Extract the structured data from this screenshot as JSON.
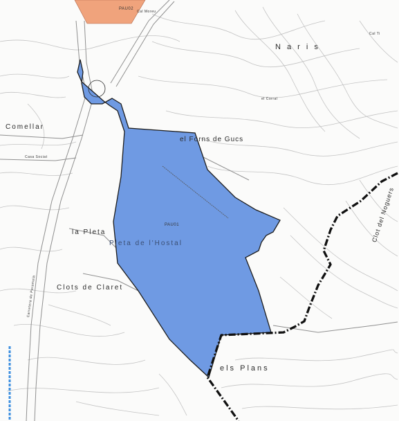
{
  "map": {
    "zones": {
      "main": {
        "code": "PAU01",
        "fill": "#6f9ae3",
        "stroke": "#1c1c1c"
      },
      "north": {
        "code": "PAU02",
        "fill": "#f0a37c"
      }
    },
    "toponyms": {
      "naris": "N a r i s",
      "comellar": "Comellar",
      "forns": "el Forns de Gucs",
      "pleta": "la Pleta",
      "pleta_sub": "Pleta de l'Hostal",
      "clots": "Clots de Claret",
      "plans": "els Plans",
      "clot_noguers": "Clot del Noguers"
    },
    "small_labels": {
      "cal_moreu": "Cal Moreu",
      "cal_coral": "el Corral",
      "cal_ti": "Cal Ti",
      "casa_sociat": "Casa Sociat",
      "road_label": "Carretera de Peramola"
    },
    "colors": {
      "contour": "#c3c3c3",
      "road": "#8f8f8f",
      "boundary": "#111111",
      "blue_line": "#3d8fe0"
    }
  }
}
